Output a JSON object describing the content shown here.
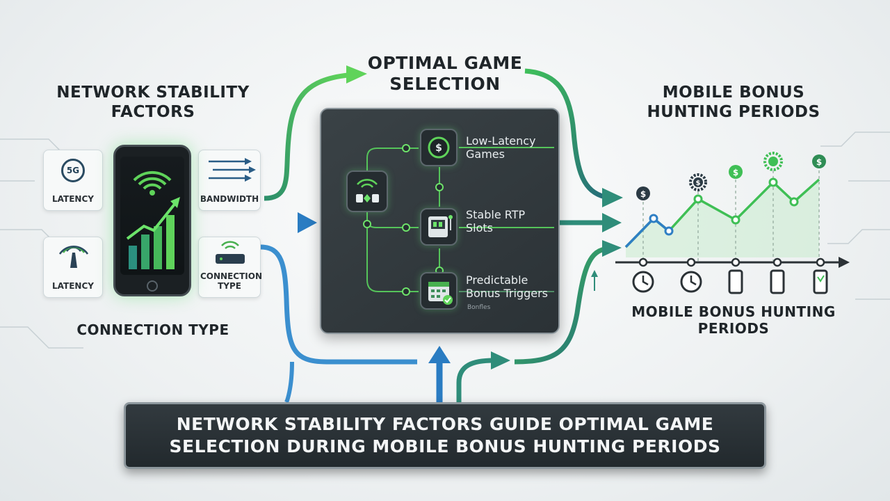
{
  "titles": {
    "left": "NETWORK STABILITY FACTORS",
    "center": "OPTIMAL GAME SELECTION",
    "right": "MOBILE BONUS HUNTING PERIODS",
    "connection": "CONNECTION TYPE",
    "right_bottom": "MOBILE BONUS HUNTING PERIODS"
  },
  "factor_cards": {
    "latency_5g": {
      "badge": "5G",
      "label": "LATENCY"
    },
    "bandwidth": {
      "label": "BANDWIDTH"
    },
    "latency_tower": {
      "label": "LATENCY"
    },
    "connection": {
      "label": "CONNECTION TYPE"
    }
  },
  "panel_nodes": [
    {
      "label": "Low-Latency Games",
      "icon": "dollar-chip-icon"
    },
    {
      "label": "Stable RTP Slots",
      "icon": "slot-machine-icon"
    },
    {
      "label": "Predictable Bonus Triggers",
      "sublabel": "Bonfles",
      "icon": "calendar-icon"
    }
  ],
  "timeline_icons": [
    "clock-icon",
    "clock-icon",
    "phone-icon",
    "phone-icon",
    "phone-icon"
  ],
  "marker_icons": [
    "dollar-icon",
    "gear-dollar-icon",
    "dollar-icon",
    "gear-dollar-icon",
    "dollar-icon"
  ],
  "banner": "NETWORK STABILITY FACTORS GUIDE OPTIMAL GAME SELECTION DURING MOBILE BONUS HUNTING PERIODS",
  "colors": {
    "green": "#47c24f",
    "blue": "#2f7fc4",
    "teal": "#2f8d7a",
    "dark": "#2b3236"
  }
}
